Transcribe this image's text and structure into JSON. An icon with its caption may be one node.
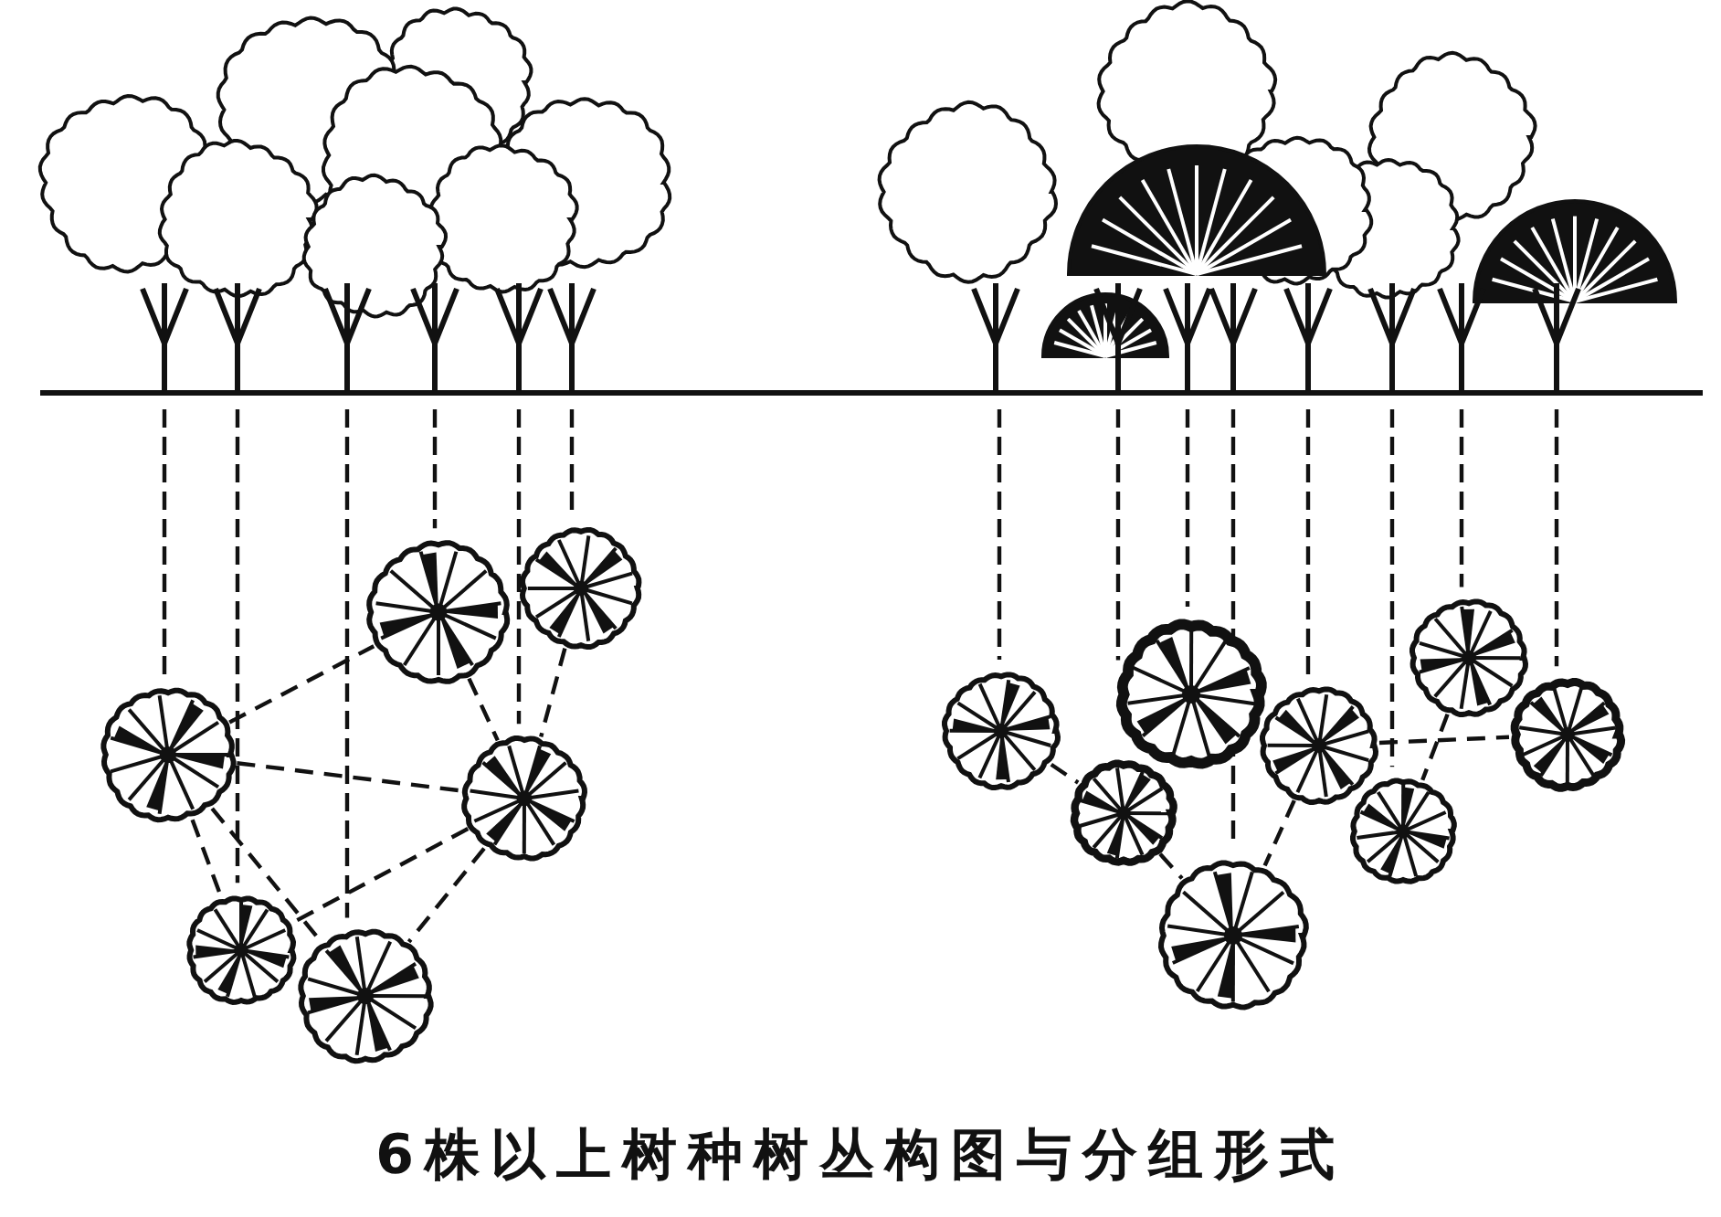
{
  "diagram": {
    "caption": "6株以上树种树丛构图与分组形式",
    "nodes": [
      {
        "text": [],
        "shape": "circle"
      },
      {
        "text": [],
        "shape": "circle"
      },
      {
        "text": [],
        "shape": "circle"
      },
      {
        "text": [],
        "shape": "circle"
      },
      {
        "text": [],
        "shape": "circle"
      },
      {
        "text": [],
        "shape": "circle"
      },
      {
        "text": [],
        "shape": "circle"
      },
      {
        "text": [],
        "shape": "circle"
      },
      {
        "text": [],
        "shape": "circle"
      },
      {
        "text": [],
        "shape": "circle"
      },
      {
        "text": [],
        "shape": "circle"
      },
      {
        "text": [],
        "shape": "circle"
      },
      {
        "text": [],
        "shape": "circle"
      },
      {
        "text": [],
        "shape": "circle"
      }
    ],
    "edges": [
      {
        "from": 0,
        "to": 1,
        "arrow": "none",
        "style": "dashed"
      },
      {
        "from": 0,
        "to": 5,
        "arrow": "none",
        "style": "dashed"
      },
      {
        "from": 0,
        "to": 3,
        "arrow": "none",
        "style": "dashed"
      },
      {
        "from": 0,
        "to": 4,
        "arrow": "none",
        "style": "dashed"
      },
      {
        "from": 1,
        "to": 5,
        "arrow": "none",
        "style": "dashed"
      },
      {
        "from": 2,
        "to": 5,
        "arrow": "none",
        "style": "dashed"
      },
      {
        "from": 5,
        "to": 3,
        "arrow": "none",
        "style": "dashed"
      },
      {
        "from": 5,
        "to": 4,
        "arrow": "none",
        "style": "dashed"
      },
      {
        "from": 6,
        "to": 8,
        "arrow": "none",
        "style": "dashed"
      },
      {
        "from": 8,
        "to": 9,
        "arrow": "none",
        "style": "dashed"
      },
      {
        "from": 10,
        "to": 9,
        "arrow": "none",
        "style": "dashed"
      },
      {
        "from": 10,
        "to": 13,
        "arrow": "none",
        "style": "dashed"
      },
      {
        "from": 12,
        "to": 11,
        "arrow": "none",
        "style": "dashed"
      }
    ]
  }
}
